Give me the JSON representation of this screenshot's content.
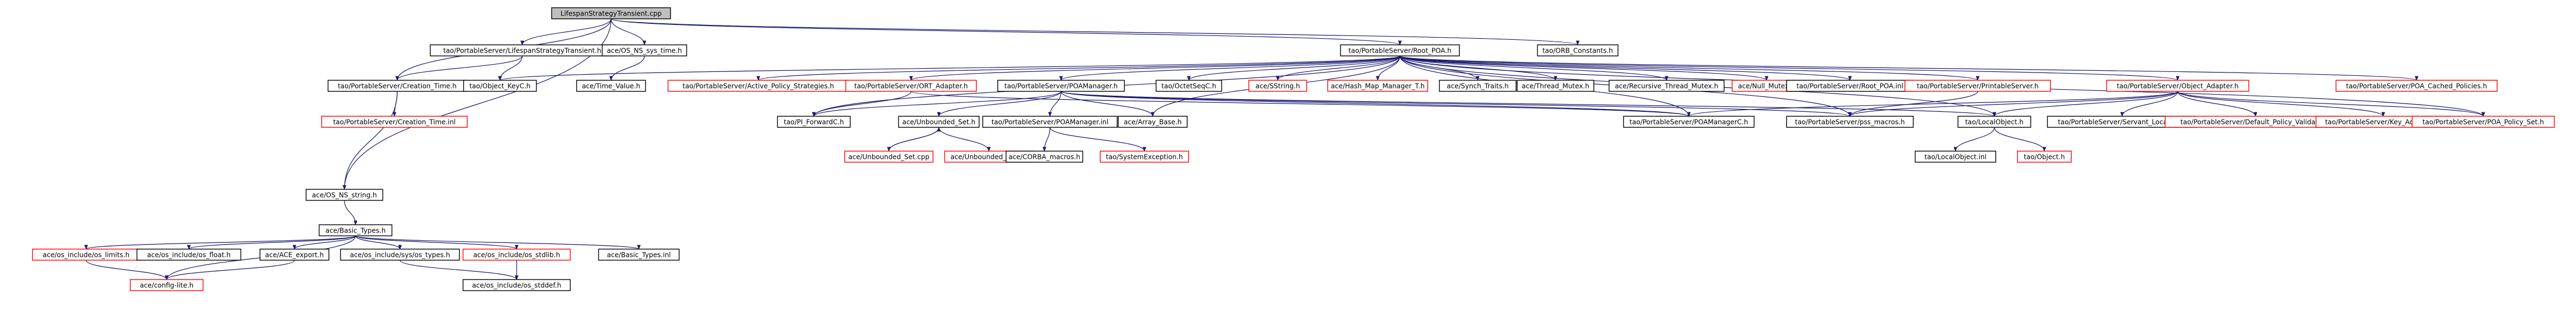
{
  "colors": {
    "background": "#ffffff",
    "focus_fill": "#bfbfbf",
    "normal_fill": "#ffffff",
    "normal_border": "#000000",
    "missing_border": "#ff0000",
    "edge": "#191970"
  },
  "nodes": [
    {
      "id": "root",
      "label": "LifespanStrategyTransient.cpp",
      "style": "focus"
    },
    {
      "id": "lst_h",
      "label": "tao/PortableServer/LifespanStrategyTransient.h",
      "style": "normal"
    },
    {
      "id": "os_time",
      "label": "ace/OS_NS_sys_time.h",
      "style": "normal"
    },
    {
      "id": "root_poa",
      "label": "tao/PortableServer/Root_POA.h",
      "style": "normal"
    },
    {
      "id": "orb_consts",
      "label": "tao/ORB_Constants.h",
      "style": "normal"
    },
    {
      "id": "ct_h",
      "label": "tao/PortableServer/Creation_Time.h",
      "style": "normal"
    },
    {
      "id": "objkey",
      "label": "tao/Object_KeyC.h",
      "style": "normal"
    },
    {
      "id": "timeval",
      "label": "ace/Time_Value.h",
      "style": "normal"
    },
    {
      "id": "ct_inl",
      "label": "tao/PortableServer/Creation_Time.inl",
      "style": "missing"
    },
    {
      "id": "os_string",
      "label": "ace/OS_NS_string.h",
      "style": "normal"
    },
    {
      "id": "basic_types",
      "label": "ace/Basic_Types.h",
      "style": "normal"
    },
    {
      "id": "os_limits",
      "label": "ace/os_include/os_limits.h",
      "style": "missing"
    },
    {
      "id": "os_float",
      "label": "ace/os_include/os_float.h",
      "style": "normal"
    },
    {
      "id": "ace_export",
      "label": "ace/ACE_export.h",
      "style": "normal"
    },
    {
      "id": "sys_types",
      "label": "ace/os_include/sys/os_types.h",
      "style": "normal"
    },
    {
      "id": "os_stdlib",
      "label": "ace/os_include/os_stdlib.h",
      "style": "missing"
    },
    {
      "id": "basic_inl",
      "label": "ace/Basic_Types.inl",
      "style": "normal"
    },
    {
      "id": "config_lite",
      "label": "ace/config-lite.h",
      "style": "missing"
    },
    {
      "id": "os_stddef",
      "label": "ace/os_include/os_stddef.h",
      "style": "normal"
    },
    {
      "id": "active_pol",
      "label": "tao/PortableServer/Active_Policy_Strategies.h",
      "style": "missing"
    },
    {
      "id": "ort_adapter",
      "label": "tao/PortableServer/ORT_Adapter.h",
      "style": "missing"
    },
    {
      "id": "poamgr_h",
      "label": "tao/PortableServer/POAManager.h",
      "style": "normal"
    },
    {
      "id": "octetseq",
      "label": "tao/OctetSeqC.h",
      "style": "normal"
    },
    {
      "id": "sstring",
      "label": "ace/SString.h",
      "style": "missing"
    },
    {
      "id": "hash_map",
      "label": "ace/Hash_Map_Manager_T.h",
      "style": "missing"
    },
    {
      "id": "synch_traits",
      "label": "ace/Synch_Traits.h",
      "style": "normal"
    },
    {
      "id": "thread_mutex",
      "label": "ace/Thread_Mutex.h",
      "style": "normal"
    },
    {
      "id": "recursive_mutex",
      "label": "ace/Recursive_Thread_Mutex.h",
      "style": "normal"
    },
    {
      "id": "null_mutex",
      "label": "ace/Null_Mutex.h",
      "style": "missing"
    },
    {
      "id": "rootpoa_inl",
      "label": "tao/PortableServer/Root_POA.inl",
      "style": "normal"
    },
    {
      "id": "printable",
      "label": "tao/PortableServer/PrintableServer.h",
      "style": "missing"
    },
    {
      "id": "obj_adapter",
      "label": "tao/PortableServer/Object_Adapter.h",
      "style": "missing"
    },
    {
      "id": "poa_cached",
      "label": "tao/PortableServer/POA_Cached_Policies.h",
      "style": "missing"
    },
    {
      "id": "pi_forward",
      "label": "tao/PI_ForwardC.h",
      "style": "normal"
    },
    {
      "id": "unbounded_set",
      "label": "ace/Unbounded_Set.h",
      "style": "normal"
    },
    {
      "id": "poamgr_inl",
      "label": "tao/PortableServer/POAManager.inl",
      "style": "normal"
    },
    {
      "id": "array_base",
      "label": "ace/Array_Base.h",
      "style": "normal"
    },
    {
      "id": "poamgrc",
      "label": "tao/PortableServer/POAManagerC.h",
      "style": "normal"
    },
    {
      "id": "pss_macros",
      "label": "tao/PortableServer/pss_macros.h",
      "style": "normal"
    },
    {
      "id": "localobj",
      "label": "tao/LocalObject.h",
      "style": "normal"
    },
    {
      "id": "servant_loc",
      "label": "tao/PortableServer/Servant_Location.h",
      "style": "normal"
    },
    {
      "id": "default_pol",
      "label": "tao/PortableServer/Default_Policy_Validator.h",
      "style": "missing"
    },
    {
      "id": "key_adapters",
      "label": "tao/PortableServer/Key_Adapters.h",
      "style": "missing"
    },
    {
      "id": "poa_policy_set",
      "label": "tao/PortableServer/POA_Policy_Set.h",
      "style": "missing"
    },
    {
      "id": "unbounded_cpp",
      "label": "ace/Unbounded_Set.cpp",
      "style": "missing"
    },
    {
      "id": "unbounded_inl",
      "label": "ace/Unbounded_Set.inl",
      "style": "missing"
    },
    {
      "id": "corba_macros",
      "label": "ace/CORBA_macros.h",
      "style": "normal"
    },
    {
      "id": "sys_exception",
      "label": "tao/SystemException.h",
      "style": "missing"
    },
    {
      "id": "localobj_inl",
      "label": "tao/LocalObject.inl",
      "style": "normal"
    },
    {
      "id": "object_h",
      "label": "tao/Object.h",
      "style": "missing"
    }
  ],
  "edges": [
    [
      "root",
      "lst_h"
    ],
    [
      "root",
      "os_time"
    ],
    [
      "root",
      "root_poa"
    ],
    [
      "root",
      "orb_consts"
    ],
    [
      "root",
      "ct_h"
    ],
    [
      "root",
      "os_string"
    ],
    [
      "lst_h",
      "ct_h"
    ],
    [
      "lst_h",
      "objkey"
    ],
    [
      "os_time",
      "timeval"
    ],
    [
      "ct_h",
      "ct_inl"
    ],
    [
      "ct_h",
      "os_string"
    ],
    [
      "os_string",
      "basic_types"
    ],
    [
      "basic_types",
      "os_limits"
    ],
    [
      "basic_types",
      "os_float"
    ],
    [
      "basic_types",
      "ace_export"
    ],
    [
      "basic_types",
      "sys_types"
    ],
    [
      "basic_types",
      "os_stdlib"
    ],
    [
      "basic_types",
      "basic_inl"
    ],
    [
      "basic_types",
      "config_lite"
    ],
    [
      "os_limits",
      "config_lite"
    ],
    [
      "ace_export",
      "config_lite"
    ],
    [
      "sys_types",
      "os_stddef"
    ],
    [
      "os_stdlib",
      "os_stddef"
    ],
    [
      "root_poa",
      "objkey"
    ],
    [
      "root_poa",
      "active_pol"
    ],
    [
      "root_poa",
      "ort_adapter"
    ],
    [
      "root_poa",
      "poamgr_h"
    ],
    [
      "root_poa",
      "octetseq"
    ],
    [
      "root_poa",
      "sstring"
    ],
    [
      "root_poa",
      "hash_map"
    ],
    [
      "root_poa",
      "synch_traits"
    ],
    [
      "root_poa",
      "thread_mutex"
    ],
    [
      "root_poa",
      "recursive_mutex"
    ],
    [
      "root_poa",
      "null_mutex"
    ],
    [
      "root_poa",
      "rootpoa_inl"
    ],
    [
      "root_poa",
      "printable"
    ],
    [
      "root_poa",
      "obj_adapter"
    ],
    [
      "root_poa",
      "poa_cached"
    ],
    [
      "root_poa",
      "pi_forward"
    ],
    [
      "root_poa",
      "array_base"
    ],
    [
      "root_poa",
      "poamgrc"
    ],
    [
      "root_poa",
      "pss_macros"
    ],
    [
      "root_poa",
      "localobj"
    ],
    [
      "root_poa",
      "poa_policy_set"
    ],
    [
      "ort_adapter",
      "pi_forward"
    ],
    [
      "ort_adapter",
      "poamgrc"
    ],
    [
      "poamgr_h",
      "pi_forward"
    ],
    [
      "poamgr_h",
      "unbounded_set"
    ],
    [
      "poamgr_h",
      "poamgr_inl"
    ],
    [
      "poamgr_h",
      "array_base"
    ],
    [
      "poamgr_h",
      "poamgrc"
    ],
    [
      "poamgr_h",
      "pss_macros"
    ],
    [
      "poamgr_h",
      "localobj"
    ],
    [
      "unbounded_set",
      "unbounded_cpp"
    ],
    [
      "unbounded_set",
      "unbounded_inl"
    ],
    [
      "unbounded_cpp",
      "unbounded_set"
    ],
    [
      "poamgr_inl",
      "corba_macros"
    ],
    [
      "poamgr_inl",
      "sys_exception"
    ],
    [
      "localobj",
      "localobj_inl"
    ],
    [
      "localobj",
      "object_h"
    ],
    [
      "obj_adapter",
      "poamgrc"
    ],
    [
      "obj_adapter",
      "pss_macros"
    ],
    [
      "obj_adapter",
      "localobj"
    ],
    [
      "obj_adapter",
      "servant_loc"
    ],
    [
      "obj_adapter",
      "default_pol"
    ],
    [
      "obj_adapter",
      "key_adapters"
    ],
    [
      "obj_adapter",
      "poa_policy_set"
    ],
    [
      "printable",
      "pss_macros"
    ]
  ]
}
